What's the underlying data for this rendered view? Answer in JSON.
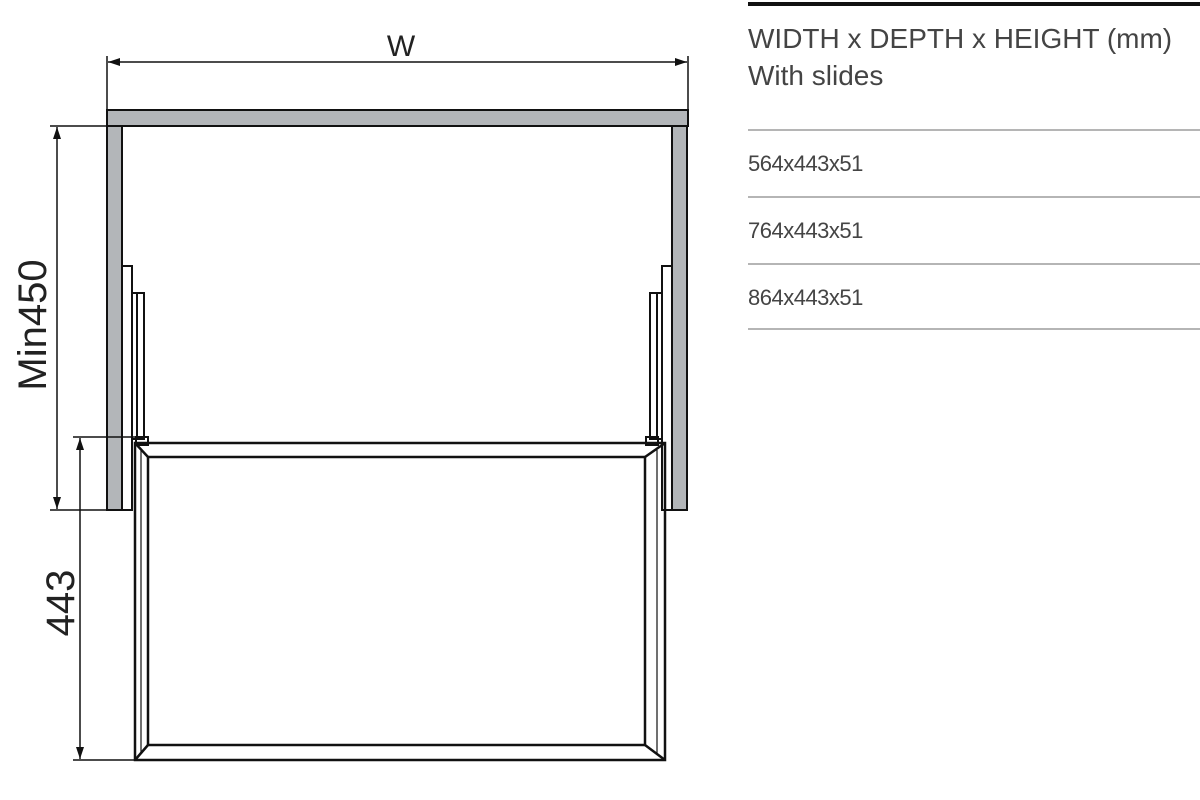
{
  "drawing": {
    "width_label": "W",
    "min_height_label": "Min450",
    "depth_label": "443",
    "panel_color": "#b3b6b9"
  },
  "spec_table": {
    "header_line1": "WIDTH x DEPTH x HEIGHT  (mm)",
    "header_line2": "With slides",
    "rows": [
      "564x443x51",
      "764x443x51",
      "864x443x51"
    ]
  }
}
